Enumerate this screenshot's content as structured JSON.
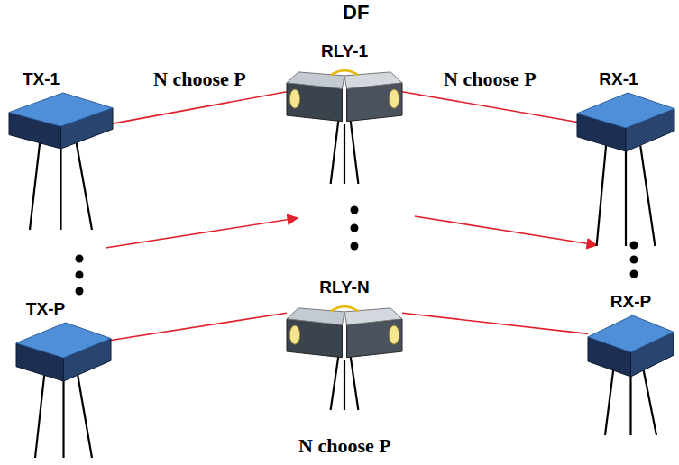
{
  "diagram": {
    "title": "DF",
    "nodes": [
      {
        "text": [
          "RLY-1"
        ]
      },
      {
        "text": [
          "TX-1"
        ]
      },
      {
        "text": [
          "RX-1"
        ]
      },
      {
        "text": [
          "RLY-N"
        ]
      },
      {
        "text": [
          "TX-P"
        ]
      },
      {
        "text": [
          "RX-P"
        ]
      }
    ],
    "edges": [
      {
        "from": 1,
        "to": 0,
        "label": "N choose P",
        "arrow": "none"
      },
      {
        "from": 0,
        "to": 2,
        "label": "N choose P",
        "arrow": "none"
      },
      {
        "from": 4,
        "to": 3,
        "arrow": "none"
      },
      {
        "from": 3,
        "to": 5,
        "arrow": "none"
      }
    ],
    "labels": [
      "N choose P"
    ]
  }
}
